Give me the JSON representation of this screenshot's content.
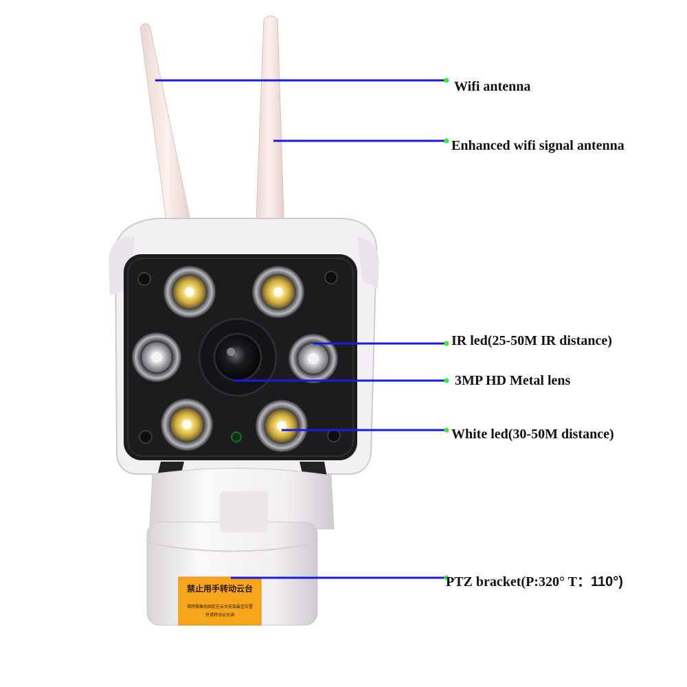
{
  "annotations": {
    "wifi_antenna": "Wifi antenna",
    "enhanced_antenna": "Enhanced wifi signal antenna",
    "ir_led": "IR led(25-50M IR distance)",
    "lens": "3MP HD Metal lens",
    "white_led": "White led(30-50M distance)",
    "ptz_prefix": "PTZ bracket(P:320° T：",
    "ptz_value": "110°)"
  },
  "sticker": {
    "title": "禁止用手转动云台",
    "line1": "请转摄像机固定在云台支架最佳位置",
    "line2": "并请转动云台调"
  },
  "colors": {
    "leader_line": "#1a1ae6",
    "leader_dot": "#33ee33",
    "housing": "#f2f0f2",
    "faceplate": "#1c1c1e",
    "sticker": "#f7a51a"
  }
}
